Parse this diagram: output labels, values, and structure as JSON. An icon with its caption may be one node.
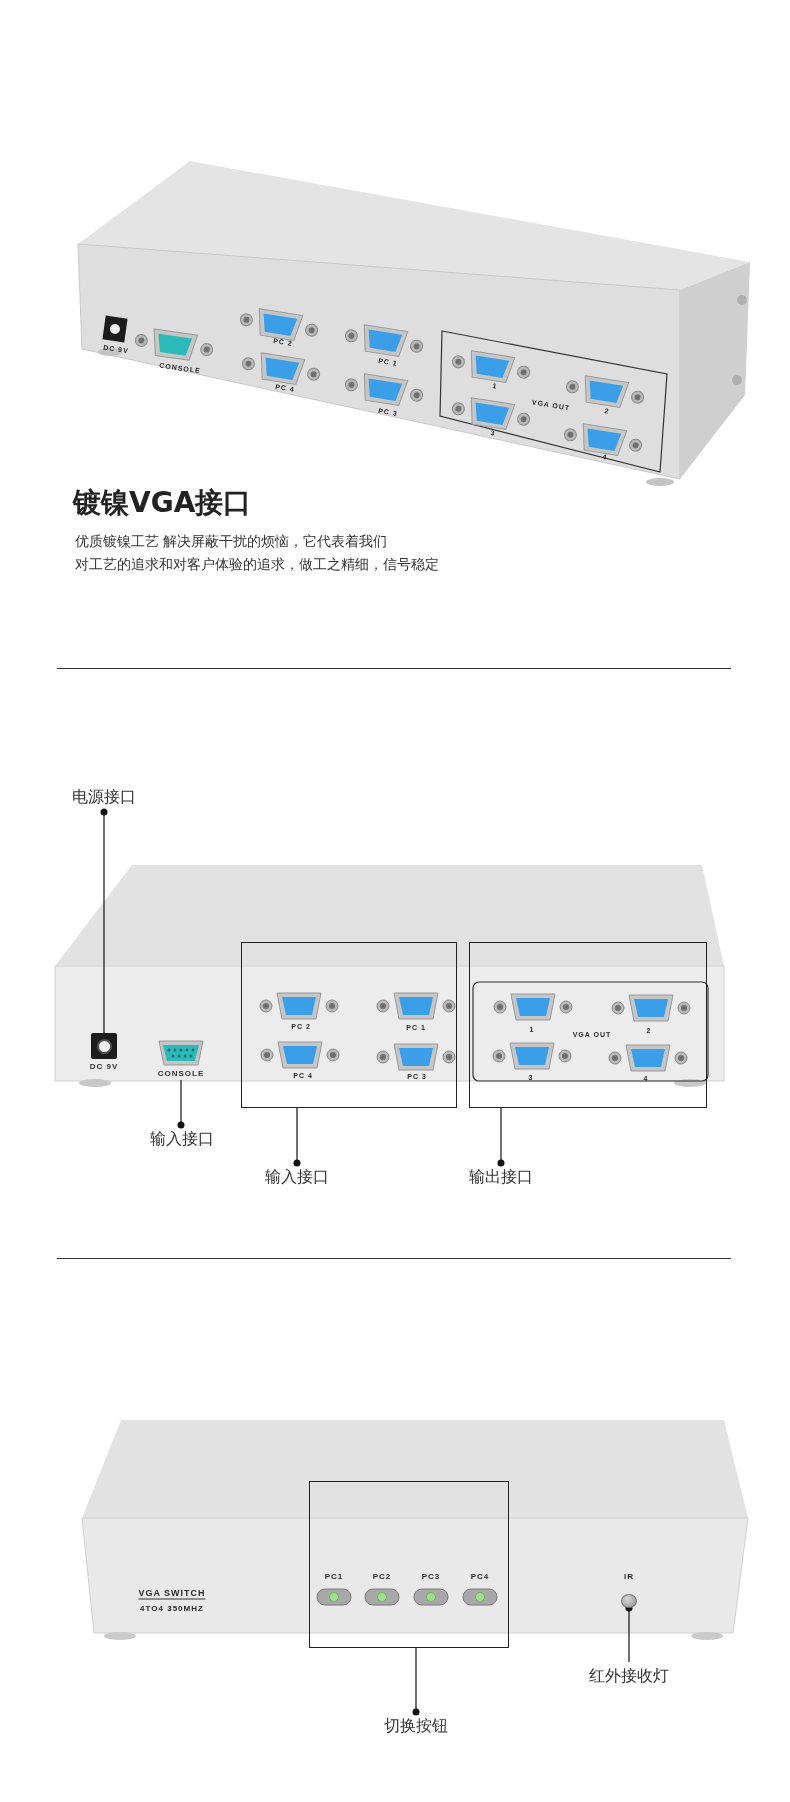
{
  "diagram": {
    "title": "镀镍VGA接口",
    "nodes": [
      {
        "text": [
          "电源接口"
        ]
      },
      {
        "text": [],
        "shape": "picture",
        "beside": [
          "DC 9V"
        ]
      },
      {
        "text": [
          "输入接口"
        ]
      },
      {
        "text": [],
        "shape": "picture",
        "beside": [
          "CONSOLE"
        ]
      },
      {
        "text": [
          "输入接口"
        ]
      },
      {
        "text": [],
        "shape": "box"
      },
      {
        "text": [
          "输出接口"
        ]
      },
      {
        "text": [],
        "shape": "box"
      },
      {
        "text": [
          "切换按钮"
        ]
      },
      {
        "text": [],
        "shape": "box"
      },
      {
        "text": [
          "红外接收灯"
        ]
      },
      {
        "text": [],
        "shape": "circle"
      }
    ],
    "edges": [
      {
        "from": 0,
        "to": 1,
        "arrow": "other"
      },
      {
        "from": 2,
        "to": 3,
        "arrow": "other"
      },
      {
        "from": 4,
        "to": 5,
        "arrow": "other"
      },
      {
        "from": 6,
        "to": 7,
        "arrow": "other"
      },
      {
        "from": 8,
        "to": 9,
        "arrow": "other"
      },
      {
        "from": 11,
        "to": 10,
        "arrow": "other"
      }
    ],
    "labels": [
      "优质镀镍工艺 解决屏蔽干扰的烦恼，它代表着我们",
      "对工艺的追求和对客户体验的追求，做工之精细，信号稳定",
      "DC 9V",
      "CONSOLE",
      "PC 2",
      "PC 1",
      "PC 4",
      "PC 3",
      "1",
      "VGA OUT",
      "2",
      "3",
      "4",
      "PC 2",
      "PC 1",
      "PC 4",
      "PC 3",
      "1",
      "VGA OUT",
      "2",
      "3",
      "4",
      "PC1",
      "PC2",
      "PC3",
      "PC4",
      "VGA SWITCH",
      "4TO4 350MHZ",
      "IR"
    ]
  }
}
